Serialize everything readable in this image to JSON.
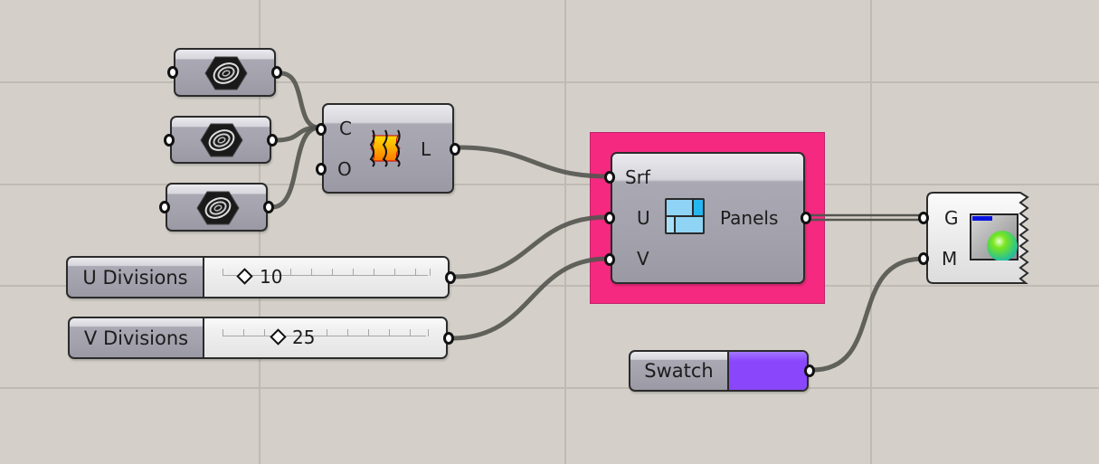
{
  "canvas": {
    "background": "#d4d0c9",
    "grid_color": "#bfbab2",
    "grid_vertical_x": [
      286,
      625,
      963
    ],
    "grid_horizontal_y": [
      91,
      204,
      316,
      429
    ]
  },
  "group": {
    "color": "#f5297f"
  },
  "components": {
    "curve_params": [
      {
        "name": "Curve",
        "icon": "curve-param-icon"
      },
      {
        "name": "Curve",
        "icon": "curve-param-icon"
      },
      {
        "name": "Curve",
        "icon": "curve-param-icon"
      }
    ],
    "loft": {
      "icon": "loft-icon",
      "inputs": [
        "C",
        "O"
      ],
      "outputs": [
        "L"
      ]
    },
    "panels": {
      "icon": "surface-panels-icon",
      "inputs": [
        "Srf",
        "U",
        "V"
      ],
      "outputs": [
        "Panels"
      ]
    },
    "custom_preview": {
      "icon": "custom-preview-icon",
      "inputs": [
        "G",
        "M"
      ]
    }
  },
  "sliders": [
    {
      "label": "U Divisions",
      "value": "10"
    },
    {
      "label": "V Divisions",
      "value": "25"
    }
  ],
  "swatch": {
    "label": "Swatch",
    "color": "#8a46fb"
  }
}
